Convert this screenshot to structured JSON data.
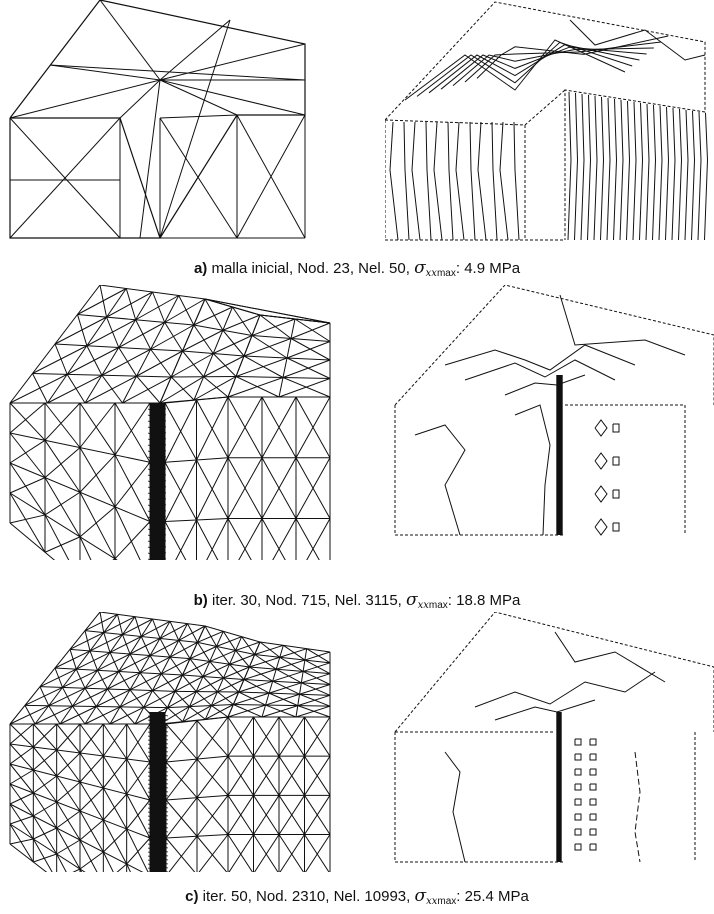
{
  "figure": {
    "rows": [
      {
        "id": "a",
        "caption": {
          "letter": "a)",
          "text": "malla inicial, Nod. 23, Nel. 50,",
          "sigma": "σ",
          "sub": "xx",
          "submax": "max",
          "value": ": 4.9 MPa"
        }
      },
      {
        "id": "b",
        "caption": {
          "letter": "b)",
          "text": "iter. 30, Nod. 715, Nel. 3115,",
          "sigma": "σ",
          "sub": "xx",
          "submax": "max",
          "value": ": 18.8 MPa"
        }
      },
      {
        "id": "c",
        "caption": {
          "letter": "c)",
          "text": "iter. 50, Nod. 2310, Nel. 10993,",
          "sigma": "σ",
          "sub": "xx",
          "submax": "max",
          "value": ": 25.4 MPa"
        }
      }
    ]
  }
}
